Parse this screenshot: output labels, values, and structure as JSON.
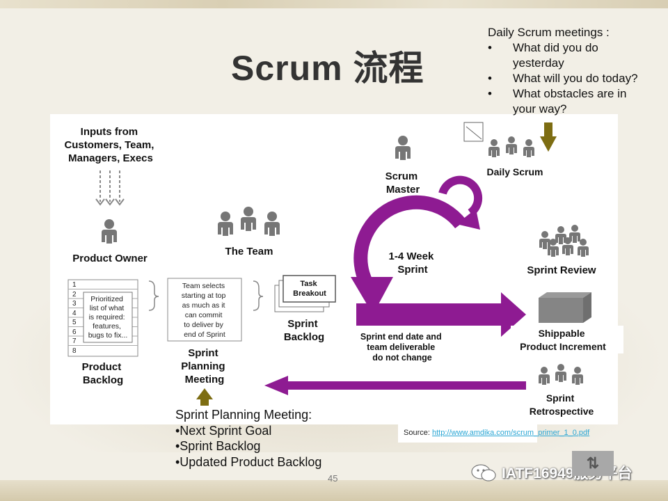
{
  "slide": {
    "title": "Scrum 流程",
    "page_number": "45"
  },
  "daily_scrum_notes": {
    "heading": "Daily Scrum meetings :",
    "items": [
      "What did you do yesterday",
      "What will you do today?",
      "What obstacles are in your way?"
    ]
  },
  "sprint_planning_notes": {
    "heading": "Sprint Planning Meeting:",
    "items": [
      "•Next Sprint Goal",
      "•Sprint Backlog",
      "•Updated Product Backlog"
    ]
  },
  "diagram": {
    "inputs": [
      "Inputs from",
      "Customers, Team,",
      "Managers, Execs"
    ],
    "product_owner": "Product Owner",
    "product_backlog": [
      "Product",
      "Backlog"
    ],
    "backlog_rows": [
      "1",
      "2",
      "3",
      "4",
      "5",
      "6",
      "7",
      "8"
    ],
    "backlog_note": [
      "Prioritized",
      "list of what",
      "is required:",
      "features,",
      "bugs to fix..."
    ],
    "the_team": "The Team",
    "team_selects": [
      "Team selects",
      "starting at top",
      "as much as it",
      "can commit",
      "to deliver by",
      "end of Sprint"
    ],
    "sprint_planning_meeting": [
      "Sprint",
      "Planning",
      "Meeting"
    ],
    "task_breakout": [
      "Task",
      "Breakout"
    ],
    "sprint_backlog": [
      "Sprint",
      "Backlog"
    ],
    "scrum_master": [
      "Scrum",
      "Master"
    ],
    "sprint_cycle": [
      "1-4 Week",
      "Sprint"
    ],
    "sprint_end": [
      "Sprint end date and",
      "team deliverable",
      "do not change"
    ],
    "daily_scrum": "Daily Scrum",
    "sprint_review": "Sprint Review",
    "shippable": [
      "Shippable",
      "Product Increment"
    ],
    "sprint_retrospective": [
      "Sprint",
      "Retrospective"
    ]
  },
  "source": {
    "label": "Source:",
    "url": "http://www.amdika.com/scrum_primer_1_0.pdf"
  },
  "brand": "IATF16949服务平台",
  "colors": {
    "purple": "#8e1b92",
    "olive_arrow": "#7d6d12",
    "person_gray": "#767676"
  }
}
